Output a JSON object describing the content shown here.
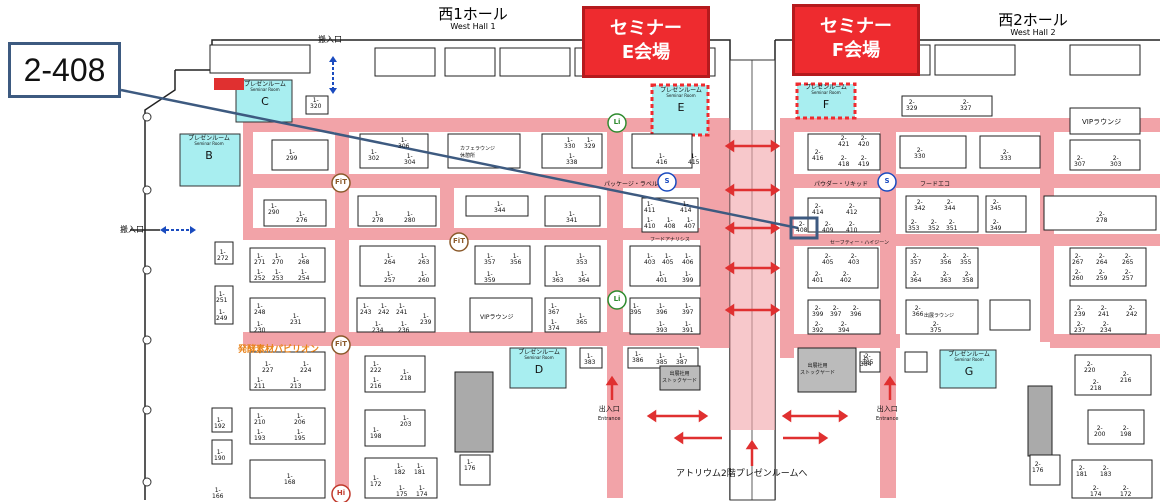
{
  "callout": {
    "label": "2-408"
  },
  "seminar_e": {
    "line1": "セミナー",
    "line2": "E会場"
  },
  "seminar_f": {
    "line1": "セミナー",
    "line2": "F会場"
  },
  "halls": {
    "west1": {
      "ja": "西1ホール",
      "en": "West Hall 1"
    },
    "west2": {
      "ja": "西2ホール",
      "en": "West Hall 2"
    }
  },
  "labels": {
    "entrance_top": "搬入口",
    "entrance_left": "搬入口",
    "exit_label": "出入口",
    "exit_en": "Entrance",
    "atrium": "アトリウム2階プレゼンルームへ",
    "pavilion": "発酵素材パビリオン",
    "vip_lounge": "VIPラウンジ",
    "vip_lounge2": "VIPラウンジ",
    "cafe": "カフェラウンジ",
    "cafe_sub": "休憩所",
    "storage_w": "出展社用\nストックヤード",
    "storage_e": "出展社用\nストックヤード",
    "package_label": "パッケージ・ラベル",
    "powder_liquid": "パウダー・リキッド",
    "food_eco": "フードエコ",
    "food_analysis": "フードアナリシス",
    "safety_hygiene": "セーフティー・ハイジーン",
    "service_lounge": "出展ラウンジ"
  },
  "rooms": [
    {
      "id": "B",
      "title": "プレゼンルーム",
      "sub": "Seminar Room"
    },
    {
      "id": "C",
      "title": "プレゼンルーム",
      "sub": "Seminar Room"
    },
    {
      "id": "D",
      "title": "プレゼンルーム",
      "sub": "Seminar Room"
    },
    {
      "id": "E",
      "title": "プレゼンルーム",
      "sub": "Seminar Room"
    },
    {
      "id": "F",
      "title": "プレゼンルーム",
      "sub": "Seminar Room"
    },
    {
      "id": "G",
      "title": "プレゼンルーム",
      "sub": "Seminar Room"
    }
  ],
  "badges": [
    "FiT",
    "FiT",
    "FiT",
    "Li",
    "Li",
    "Hi",
    "S",
    "S"
  ],
  "booths": [
    "1-320",
    "1-299",
    "1-302",
    "1-306",
    "1-304",
    "1-330",
    "1-329",
    "1-338",
    "1-416",
    "1-415",
    "1-290",
    "1-276",
    "1-278",
    "1-280",
    "1-344",
    "1-341",
    "1-411",
    "1-414",
    "1-410",
    "1-408",
    "1-407",
    "1-272",
    "1-271",
    "1-270",
    "1-268",
    "1-252",
    "1-253",
    "1-254",
    "1-264",
    "1-263",
    "1-257",
    "1-260",
    "1-357",
    "1-356",
    "1-359",
    "1-353",
    "1-363",
    "1-364",
    "1-403",
    "1-405",
    "1-406",
    "1-401",
    "1-399",
    "1-251",
    "1-249",
    "1-248",
    "1-231",
    "1-230",
    "1-243",
    "1-242",
    "1-241",
    "1-239",
    "1-234",
    "1-236",
    "1-367",
    "1-374",
    "1-365",
    "1-395",
    "1-396",
    "1-397",
    "1-393",
    "1-391",
    "1-383",
    "1-386",
    "1-385",
    "1-387",
    "1-384",
    "1-227",
    "1-224",
    "1-211",
    "1-213",
    "1-222",
    "1-216",
    "1-218",
    "1-210",
    "1-206",
    "1-193",
    "1-195",
    "1-192",
    "1-190",
    "1-198",
    "1-203",
    "1-168",
    "1-176",
    "1-172",
    "1-182",
    "1-175",
    "1-181",
    "1-174",
    "1-166",
    "2-329",
    "2-327",
    "2-416",
    "2-421",
    "2-420",
    "2-418",
    "2-419",
    "2-330",
    "2-333",
    "2-307",
    "2-303",
    "2-414",
    "2-412",
    "2-408",
    "2-409",
    "2-410",
    "2-342",
    "2-344",
    "2-345",
    "2-353",
    "2-352",
    "2-351",
    "2-349",
    "2-278",
    "2-405",
    "2-403",
    "2-401",
    "2-402",
    "2-357",
    "2-356",
    "2-355",
    "2-364",
    "2-363",
    "2-358",
    "2-267",
    "2-264",
    "2-265",
    "2-260",
    "2-259",
    "2-257",
    "2-399",
    "2-397",
    "2-396",
    "2-392",
    "2-394",
    "2-366",
    "2-375",
    "2-239",
    "2-241",
    "2-242",
    "2-237",
    "2-234",
    "2-385",
    "2-384",
    "2-220",
    "2-218",
    "2-216",
    "2-200",
    "2-198",
    "2-176",
    "2-181",
    "2-183",
    "2-174",
    "2-172"
  ],
  "colors": {
    "aisle": "#f2a3a8",
    "room": "#a8eef0",
    "seminar": "#ee2b2f",
    "callout": "#3d5a80",
    "arrow_blue": "#1a4bbf",
    "arrow_red": "#e03030"
  }
}
